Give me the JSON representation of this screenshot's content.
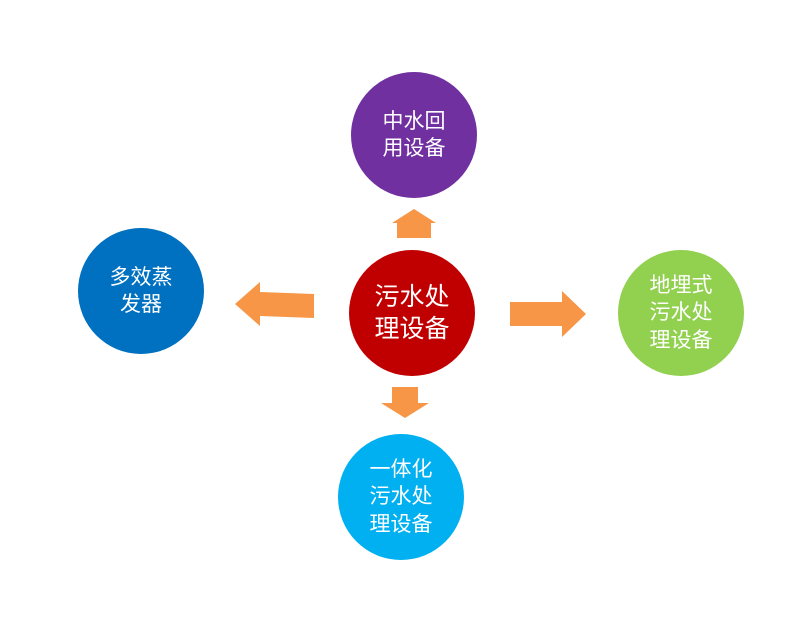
{
  "colors": {
    "arrow": "#f79646",
    "center": "#c00000",
    "top": "#7030a0",
    "left": "#0070c0",
    "right": "#92d050",
    "bottom": "#00b0f0"
  },
  "center": {
    "lines": [
      "污水处",
      "理设备"
    ]
  },
  "top": {
    "lines": [
      "中水回",
      "用设备"
    ]
  },
  "left": {
    "lines": [
      "多效蒸",
      "发器"
    ]
  },
  "right": {
    "lines": [
      "地埋式",
      "污水处",
      "理设备"
    ]
  },
  "bottom": {
    "lines": [
      "一体化",
      "污水处",
      "理设备"
    ]
  }
}
